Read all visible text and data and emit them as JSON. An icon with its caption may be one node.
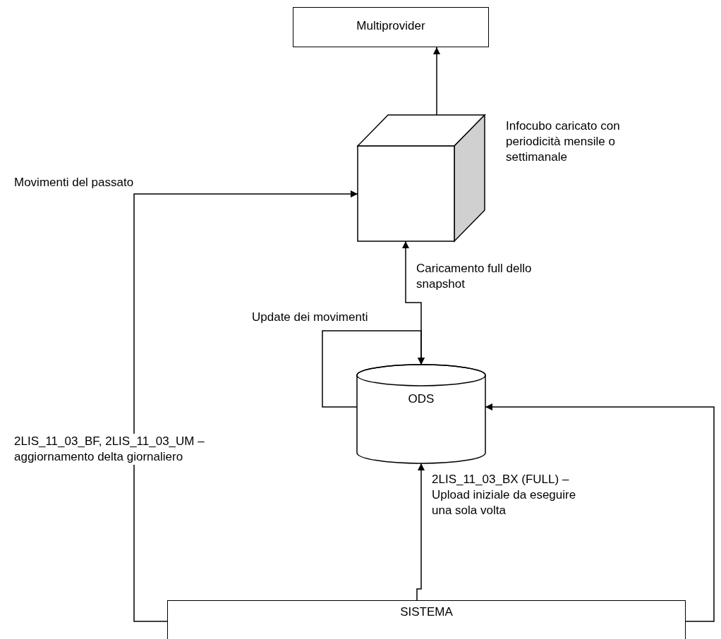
{
  "diagram": {
    "nodes": [
      {
        "text": [
          "Multiprovider"
        ]
      },
      {
        "text": [],
        "shape": "cube",
        "beside": [
          "Infocubo caricato con periodicità mensile o settimanale"
        ]
      },
      {
        "text": [
          "ODS"
        ]
      },
      {
        "text": [
          "SISTEMA"
        ]
      }
    ],
    "edges": [
      {
        "from": 1,
        "to": 0,
        "arrow": "to"
      },
      {
        "from": 3,
        "to": 1,
        "arrow": "to",
        "label": "2LIS_11_03_BF, 2LIS_11_03_UM – aggiornamento delta giornaliero"
      },
      {
        "from": 2,
        "to": 1,
        "arrow": "both",
        "label": "Caricamento full dello snapshot"
      },
      {
        "from": 2,
        "to": 2,
        "arrow": "to",
        "label": "Update dei movimenti"
      },
      {
        "from": 3,
        "to": 2,
        "arrow": "to",
        "label": "2LIS_11_03_BX (FULL) – Upload iniziale da eseguire una sola volta"
      },
      {
        "from": 3,
        "to": 2,
        "arrow": "to"
      }
    ],
    "labels": [
      "Movimenti del passato"
    ]
  }
}
